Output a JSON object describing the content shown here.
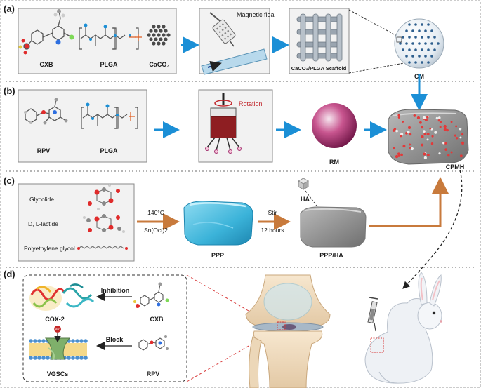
{
  "panels": {
    "a": {
      "label": "(a)",
      "molecules": [
        "CXB",
        "PLGA",
        "CaCO₃"
      ],
      "magnetic_flea": "Magnetic flea",
      "scaffold": "CaCO₃/PLGA Scaffold",
      "sphere": "CM"
    },
    "b": {
      "label": "(b)",
      "molecules": [
        "RPV",
        "PLGA"
      ],
      "rotation": "Rotation",
      "sphere": "RM",
      "composite": "CPMH"
    },
    "c": {
      "label": "(c)",
      "reagents": [
        "Glycolide",
        "D, L-lactide",
        "Polyethylene glycol"
      ],
      "condition_temp": "140°C",
      "condition_cat": "Sn(Oct)2",
      "product": "PPP",
      "stir": "Stir",
      "stir_time": "12 hours",
      "ha": "HA",
      "hydrogel": "PPP/HA"
    },
    "d": {
      "label": "(d)",
      "inhibition": "Inhibition",
      "cox": "COX-2",
      "cxb": "CXB",
      "block": "Block",
      "vgsc": "VGSCs",
      "rpv": "RPV",
      "na": "Na⁺"
    }
  },
  "colors": {
    "arrow_blue": "#1b8fd6",
    "arrow_orange": "#c87a3c",
    "box_fill": "#f2f2f2",
    "rm_sphere": "#a3306f",
    "hydrogel_blue": "#4fbfe0",
    "dots_red": "#e23a3a",
    "dash_red": "#d83a3a"
  }
}
